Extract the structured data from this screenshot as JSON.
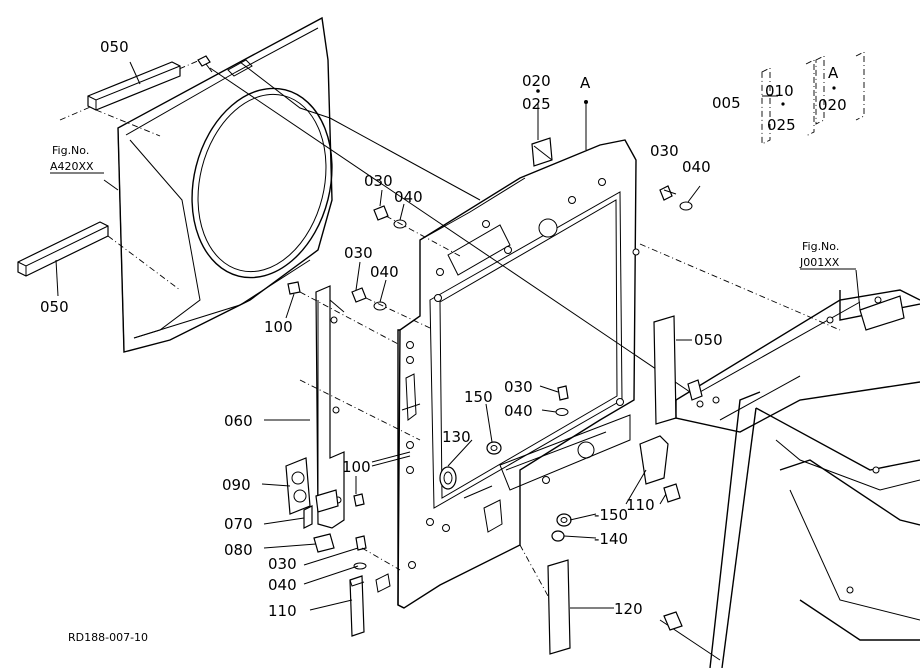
{
  "diagram_id": "RD188-007-10",
  "figure_refs": [
    {
      "label": "Fig.No.",
      "number": "A420XX"
    },
    {
      "label": "Fig.No.",
      "number": "J001XX"
    }
  ],
  "callouts": {
    "p050_top": "050",
    "p050_left": "050",
    "p050_right": "050",
    "p020": "020",
    "p025": "025",
    "pA": "A",
    "p005": "005",
    "g010": "010",
    "g025": "025",
    "gA": "A",
    "g020": "020",
    "p030_a": "030",
    "p040_a": "040",
    "p030_b": "030",
    "p040_b": "040",
    "p030_c": "030",
    "p040_c": "040",
    "p030_d": "030",
    "p040_d": "040",
    "p030_e": "030",
    "p040_e": "040",
    "p100_a": "100",
    "p100_b": "100",
    "p060": "060",
    "p090": "090",
    "p070": "070",
    "p080": "080",
    "p110_a": "110",
    "p110_b": "110",
    "p120": "120",
    "p130": "130",
    "p150_a": "150",
    "p150_b": "-150",
    "p140": "-140"
  }
}
